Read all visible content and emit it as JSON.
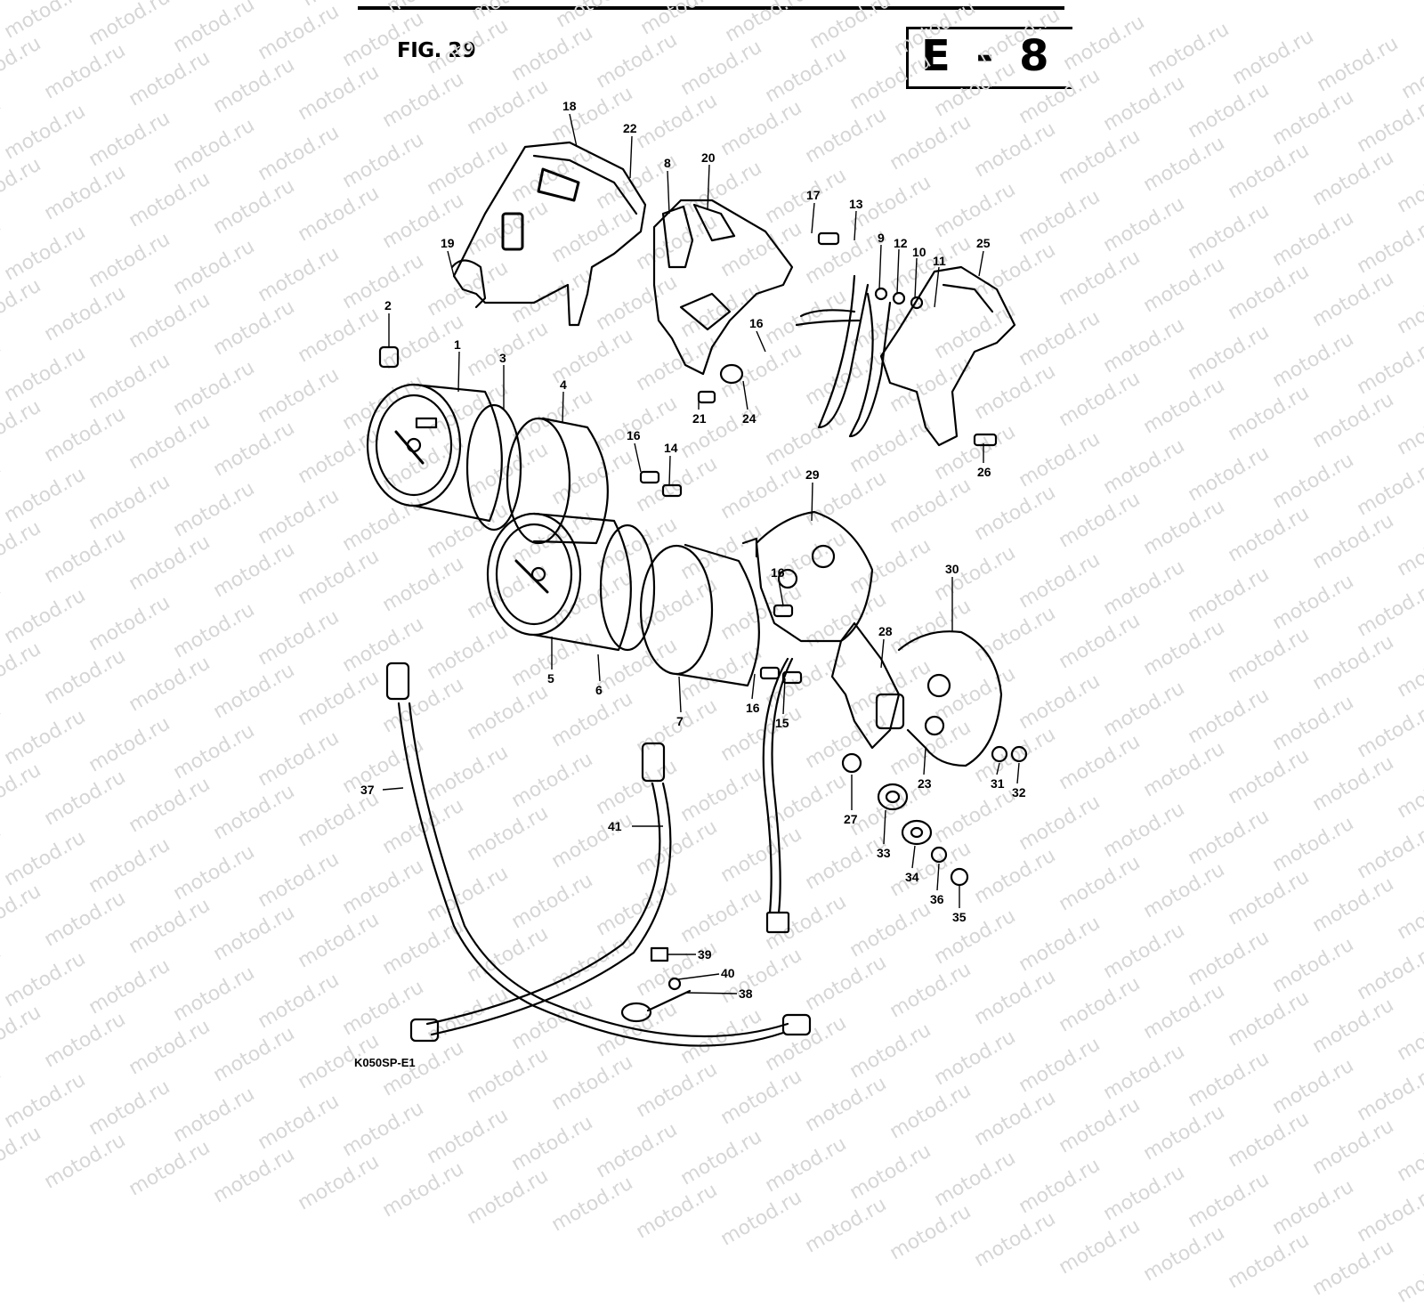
{
  "figure": {
    "title": "FIG. 29",
    "section": "E - 8",
    "code": "K050SP-E1"
  },
  "watermark": "motod.ru",
  "colors": {
    "ink": "#000000",
    "watermark": "#d6d6d6",
    "background": "#ffffff"
  },
  "callouts": [
    {
      "id": "c18",
      "text": "18"
    },
    {
      "id": "c22",
      "text": "22"
    },
    {
      "id": "c8",
      "text": "8"
    },
    {
      "id": "c20",
      "text": "20"
    },
    {
      "id": "c17",
      "text": "17"
    },
    {
      "id": "c13",
      "text": "13"
    },
    {
      "id": "c9",
      "text": "9"
    },
    {
      "id": "c12",
      "text": "12"
    },
    {
      "id": "c10",
      "text": "10"
    },
    {
      "id": "c11",
      "text": "11"
    },
    {
      "id": "c25",
      "text": "25"
    },
    {
      "id": "c19",
      "text": "19"
    },
    {
      "id": "c2",
      "text": "2"
    },
    {
      "id": "c1",
      "text": "1"
    },
    {
      "id": "c3",
      "text": "3"
    },
    {
      "id": "c4",
      "text": "4"
    },
    {
      "id": "c16a",
      "text": "16"
    },
    {
      "id": "c21",
      "text": "21"
    },
    {
      "id": "c24",
      "text": "24"
    },
    {
      "id": "c26",
      "text": "26"
    },
    {
      "id": "c16b",
      "text": "16"
    },
    {
      "id": "c14",
      "text": "14"
    },
    {
      "id": "c29",
      "text": "29"
    },
    {
      "id": "c30",
      "text": "30"
    },
    {
      "id": "c16c",
      "text": "16"
    },
    {
      "id": "c28",
      "text": "28"
    },
    {
      "id": "c5",
      "text": "5"
    },
    {
      "id": "c6",
      "text": "6"
    },
    {
      "id": "c7",
      "text": "7"
    },
    {
      "id": "c16d",
      "text": "16"
    },
    {
      "id": "c15",
      "text": "15"
    },
    {
      "id": "c23",
      "text": "23"
    },
    {
      "id": "c31",
      "text": "31"
    },
    {
      "id": "c32",
      "text": "32"
    },
    {
      "id": "c37",
      "text": "37"
    },
    {
      "id": "c41",
      "text": "41"
    },
    {
      "id": "c27",
      "text": "27"
    },
    {
      "id": "c33",
      "text": "33"
    },
    {
      "id": "c34",
      "text": "34"
    },
    {
      "id": "c36",
      "text": "36"
    },
    {
      "id": "c35",
      "text": "35"
    },
    {
      "id": "c39",
      "text": "39"
    },
    {
      "id": "c40",
      "text": "40"
    },
    {
      "id": "c38",
      "text": "38"
    }
  ]
}
